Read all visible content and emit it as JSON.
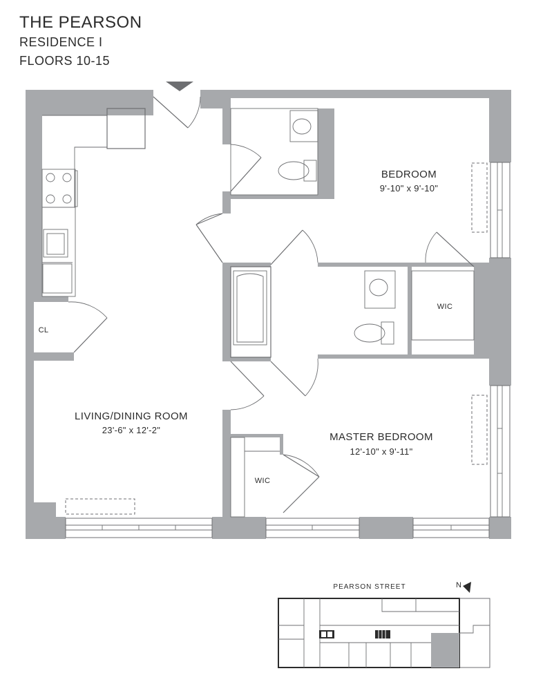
{
  "header": {
    "building": "THE PEARSON",
    "residence": "RESIDENCE I",
    "floors": "FLOORS 10-15"
  },
  "rooms": {
    "bedroom": {
      "name": "BEDROOM",
      "size": "9'-10\" x 9'-10\""
    },
    "living": {
      "name": "LIVING/DINING ROOM",
      "size": "23'-6\" x 12'-2\""
    },
    "master": {
      "name": "MASTER BEDROOM",
      "size": "12'-10\" x 9'-11\""
    },
    "wic_bedroom": "WIC",
    "wic_master": "WIC",
    "closet": "CL"
  },
  "keyplan": {
    "street": "PEARSON STREET",
    "north": "N"
  },
  "colors": {
    "wall": "#a7a9ac",
    "line": "#6d6e71",
    "text": "#2b2b2b"
  }
}
